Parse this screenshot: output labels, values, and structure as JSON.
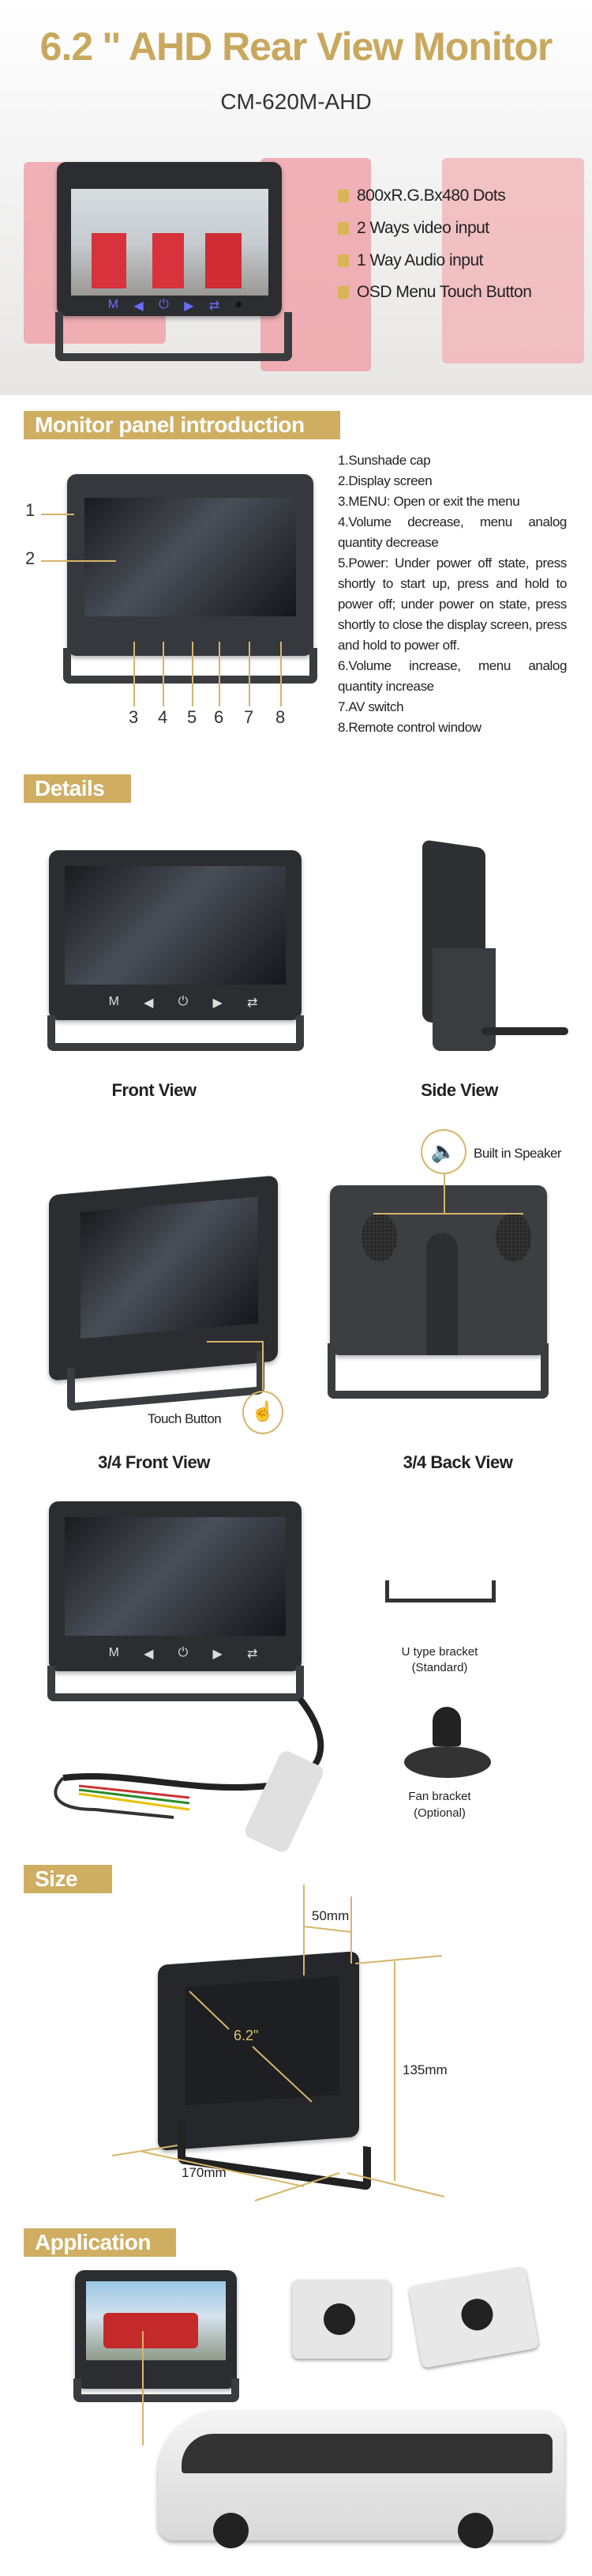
{
  "header": {
    "title": "6.2 '' AHD Rear View Monitor",
    "model": "CM-620M-AHD"
  },
  "features": [
    "800xR.G.Bx480 Dots",
    "2 Ways video input",
    "1 Way Audio input",
    "OSD Menu Touch Button"
  ],
  "monitor_buttons": [
    "M",
    "◀",
    "⏻",
    "▶",
    "⇄"
  ],
  "panel": {
    "section_label": "Monitor panel introduction",
    "callouts": [
      "1",
      "2",
      "3",
      "4",
      "5",
      "6",
      "7",
      "8"
    ],
    "descriptions": [
      "1.Sunshade cap",
      "2.Display screen",
      "3.MENU: Open or exit the menu",
      "4.Volume decrease, menu analog quantity decrease",
      "5.Power: Under power off state, press shortly to start up, press and hold to power off; under power on state, press shortly to close the display screen, press and hold to power off.",
      "6.Volume increase, menu analog quantity increase",
      "7.AV switch",
      "8.Remote control window"
    ]
  },
  "details": {
    "section_label": "Details",
    "front_view": "Front View",
    "side_view": "Side View",
    "front34_view": "3/4 Front View",
    "back34_view": "3/4 Back View",
    "speaker_label": "Built in Speaker",
    "touch_label": "Touch Button",
    "u_bracket": "U type bracket",
    "u_bracket_note": "(Standard)",
    "fan_bracket": "Fan bracket",
    "fan_bracket_note": "(Optional)"
  },
  "size": {
    "section_label": "Size",
    "depth": "50mm",
    "height": "135mm",
    "width": "170mm",
    "diagonal": "6.2\""
  },
  "application": {
    "section_label": "Application"
  },
  "colors": {
    "gold": "#cfae62",
    "title_gold": "#c9a85e",
    "button_blue": "#6a6cff"
  }
}
